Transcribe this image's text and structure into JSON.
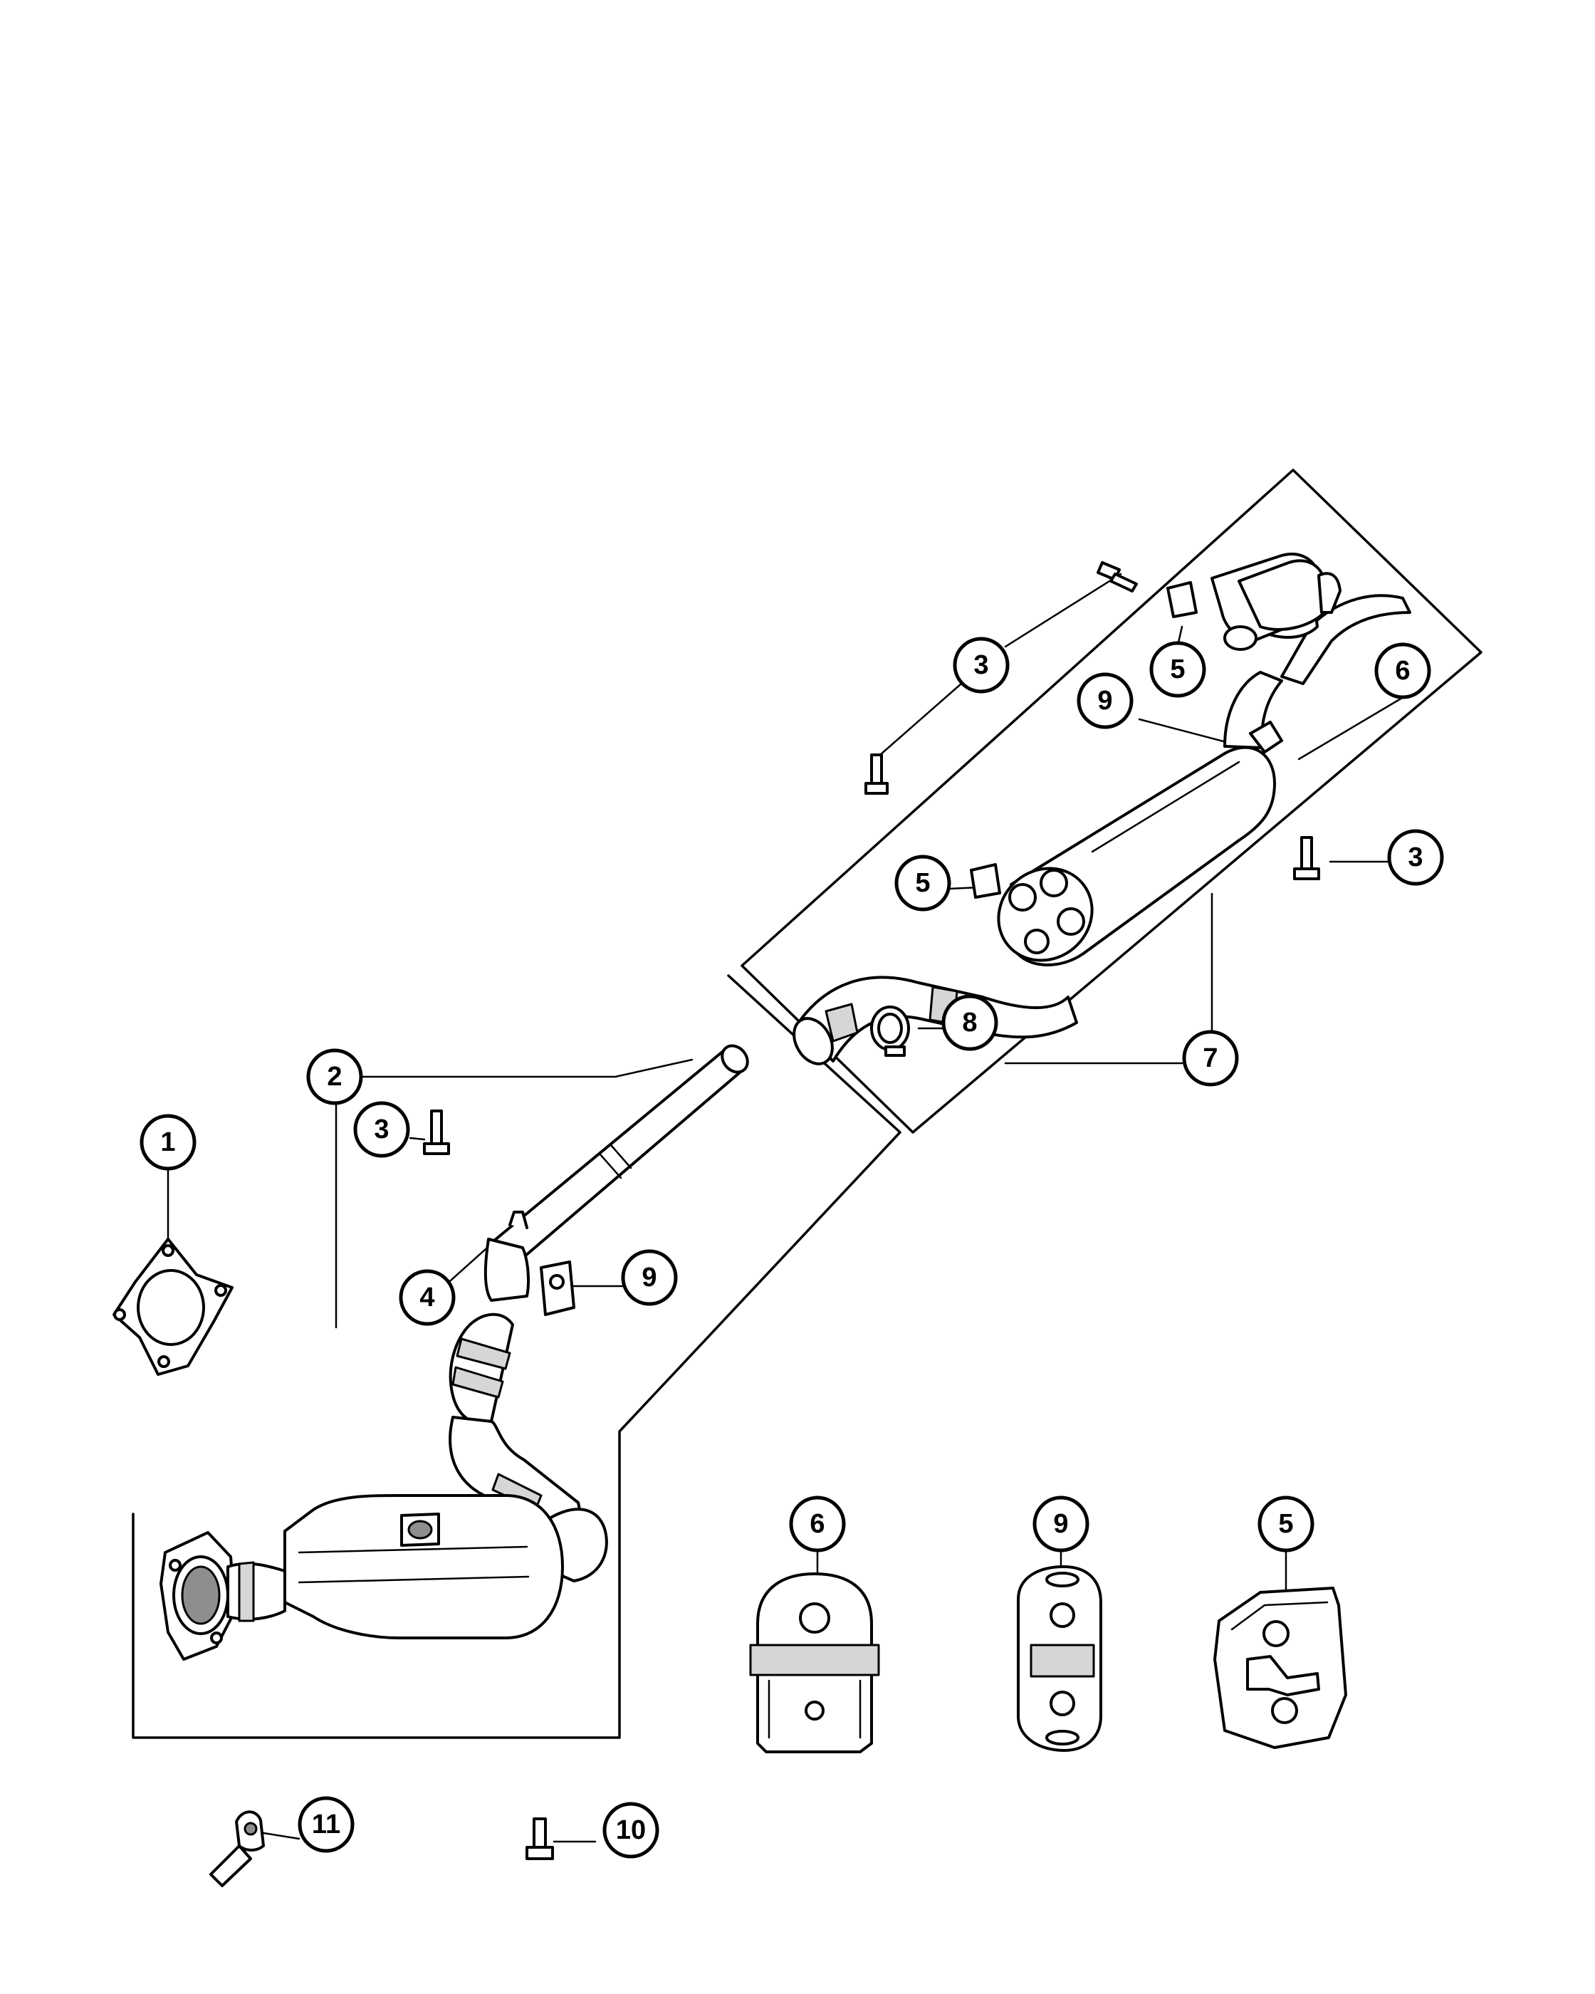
{
  "callouts": {
    "c1": "1",
    "c2": "2",
    "c3_top": "3",
    "c3_right": "3",
    "c3_left": "3",
    "c4": "4",
    "c5_top": "5",
    "c5_mid": "5",
    "c5_bottom": "5",
    "c6_top": "6",
    "c6_bottom": "6",
    "c7": "7",
    "c8": "8",
    "c9_top": "9",
    "c9_mid": "9",
    "c9_bottom": "9",
    "c10": "10",
    "c11": "11"
  }
}
